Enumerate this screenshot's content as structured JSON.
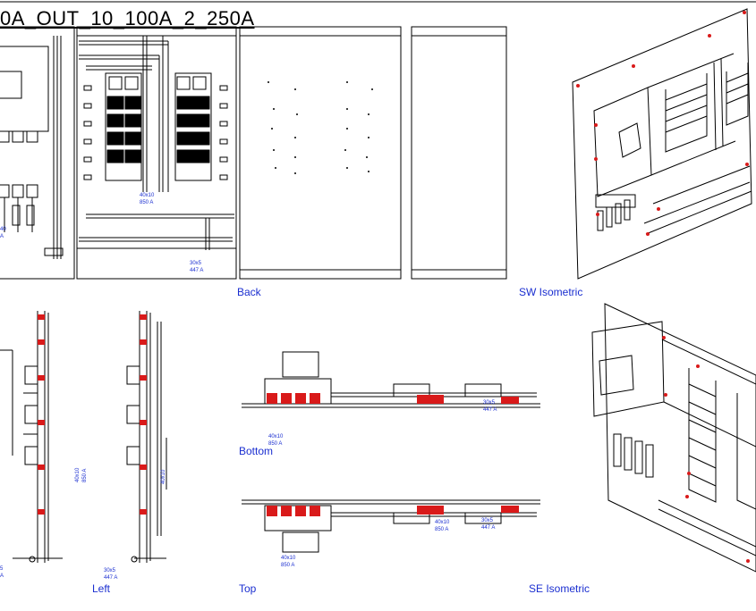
{
  "drawing": {
    "title": "0A_OUT_10_100A_2_250A",
    "views": {
      "back": "Back",
      "sw_iso": "SW Isometric",
      "bottom": "Bottom",
      "left": "Left",
      "top": "Top",
      "se_iso": "SE Isometric"
    },
    "annotations": {
      "busbar_main_size": "40x10",
      "busbar_main_rating": "850 A",
      "busbar_small_size": "30x5",
      "busbar_small_rating": "447 A",
      "clip_left_size": "40",
      "clip_left_rating": "A",
      "clip_bottom_left_size": "5",
      "clip_bottom_left_rating": "A"
    }
  },
  "colors": {
    "line": "#000000",
    "annotation": "#1a2ed0",
    "highlight": "#d91a1a",
    "background": "#ffffff"
  }
}
